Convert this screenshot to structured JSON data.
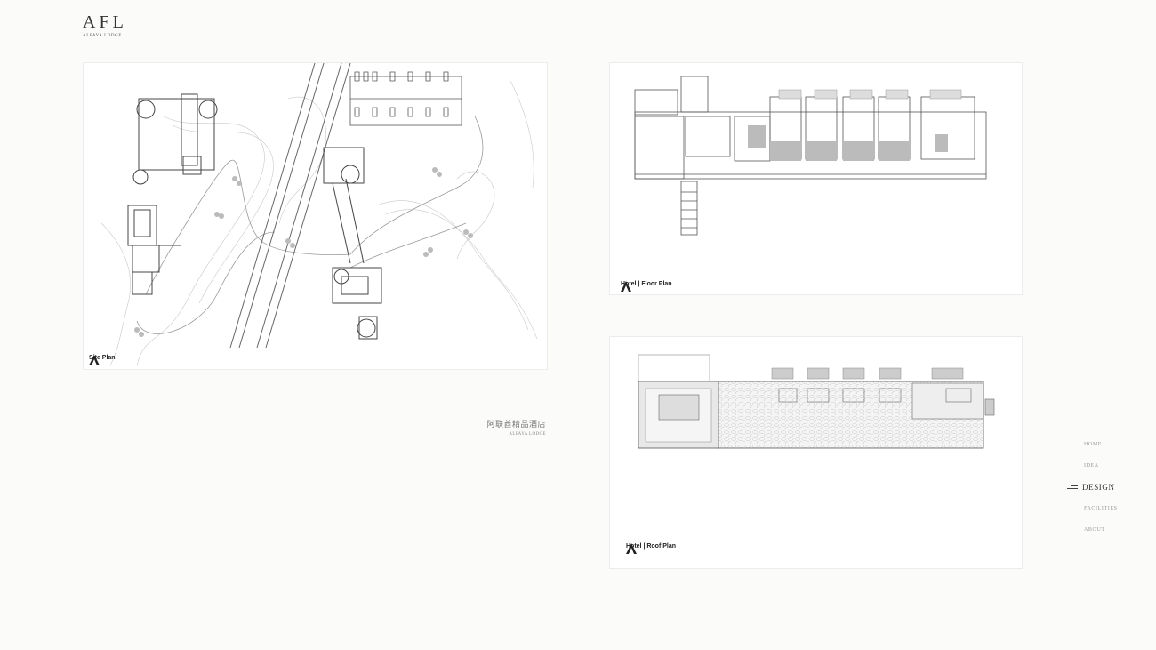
{
  "brand": {
    "logo": "AFL",
    "subtitle": "ALFAYA LODGE"
  },
  "panels": {
    "site_plan": {
      "label": "Site Plan"
    },
    "floor_plan": {
      "label": "Hotel  | Floor Plan"
    },
    "roof_plan": {
      "label": "Hotel  | Roof Plan"
    }
  },
  "caption": {
    "chinese": "阿联酋精品酒店",
    "english": "ALFAYA LODGE"
  },
  "nav": {
    "items": [
      {
        "label": "HOME",
        "active": false
      },
      {
        "label": "IDEA",
        "active": false
      },
      {
        "label": "DESIGN",
        "active": true
      },
      {
        "label": "FACILITIES",
        "active": false
      },
      {
        "label": "ABOUT",
        "active": false
      }
    ]
  },
  "colors": {
    "background": "#fbfbfa",
    "line": "#555555",
    "light_line": "#bdbdbd",
    "accent_text": "#333333"
  }
}
